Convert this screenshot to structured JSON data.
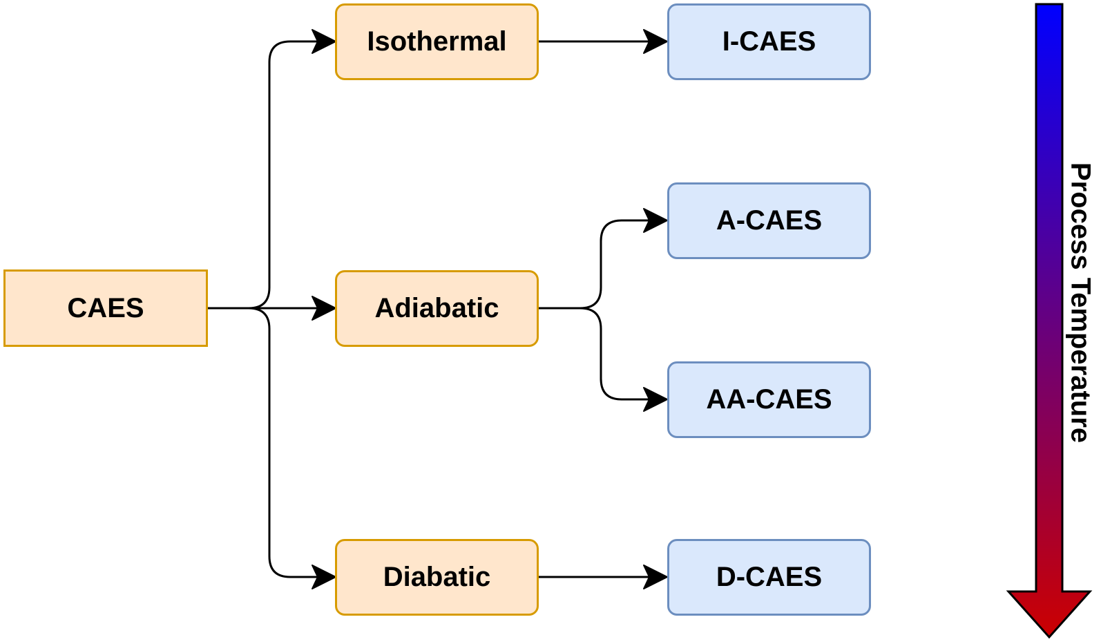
{
  "colors": {
    "orange_fill": "#ffe6cc",
    "orange_border": "#d79b00",
    "blue_fill": "#dae8fc",
    "blue_border": "#6c8ebf",
    "connector": "#000000",
    "gradient_top": "#0000ff",
    "gradient_bottom": "#cc0000"
  },
  "nodes": {
    "root": {
      "label": "CAES"
    },
    "isothermal": {
      "label": "Isothermal"
    },
    "adiabatic": {
      "label": "Adiabatic"
    },
    "diabatic": {
      "label": "Diabatic"
    },
    "i_caes": {
      "label": "I-CAES"
    },
    "a_caes": {
      "label": "A-CAES"
    },
    "aa_caes": {
      "label": "AA-CAES"
    },
    "d_caes": {
      "label": "D-CAES"
    }
  },
  "edges": [
    {
      "from": "root",
      "to": "isothermal"
    },
    {
      "from": "root",
      "to": "adiabatic"
    },
    {
      "from": "root",
      "to": "diabatic"
    },
    {
      "from": "isothermal",
      "to": "i_caes"
    },
    {
      "from": "adiabatic",
      "to": "a_caes"
    },
    {
      "from": "adiabatic",
      "to": "aa_caes"
    },
    {
      "from": "diabatic",
      "to": "d_caes"
    }
  ],
  "scale_arrow": {
    "label": "Process Temperature",
    "direction": "down"
  }
}
